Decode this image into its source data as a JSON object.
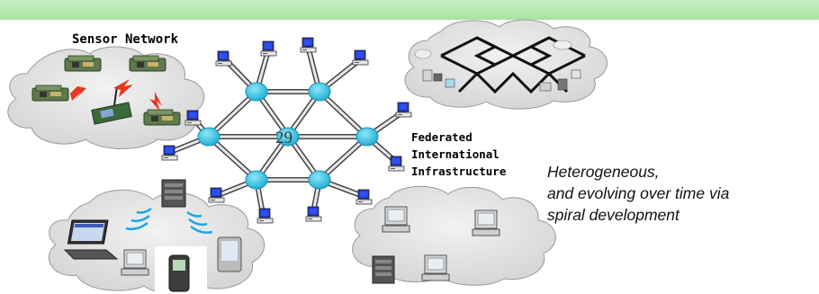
{
  "sensor_network": {
    "label": "Sensor Network"
  },
  "federated": {
    "line1": "Federated",
    "line2": "International",
    "line3": "Infrastructure"
  },
  "page_number": "29",
  "caption": {
    "line1": "Heterogeneous,",
    "line2": "and evolving over time via",
    "line3": "spiral development"
  },
  "colors": {
    "node": "#3fc8e8",
    "cloud": "#e4e4e4",
    "header_band": "#b5e8ad",
    "sensor_arrow": "#e8361e"
  }
}
